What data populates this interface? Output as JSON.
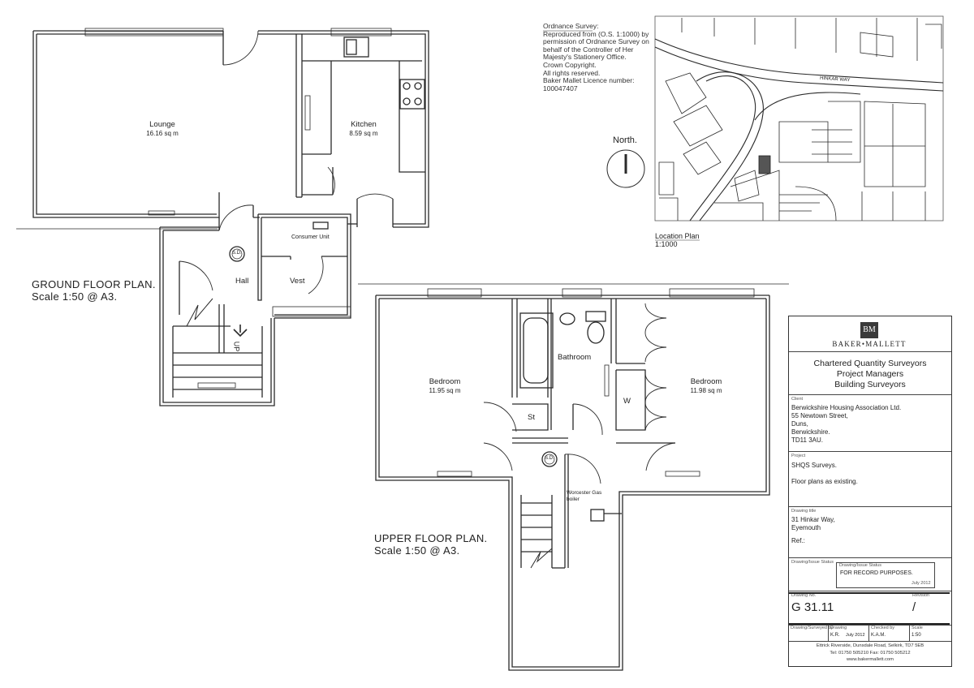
{
  "ground_floor": {
    "title": "GROUND FLOOR  PLAN.",
    "scale": "Scale 1:50 @ A3.",
    "rooms": {
      "lounge_name": "Lounge",
      "lounge_area": "16.16  sq  m",
      "kitchen_name": "Kitchen",
      "kitchen_area": "8.59 sq m",
      "hall": "Hall",
      "vest": "Vest",
      "consumer_unit": "Consumer Unit",
      "smoke_detector": "S.D.",
      "stair_up": "UP"
    }
  },
  "upper_floor": {
    "title": "UPPER FLOOR  PLAN.",
    "scale": "Scale 1:50 @ A3.",
    "rooms": {
      "bedroom_left_name": "Bedroom",
      "bedroom_left_area": "11.95 sq m",
      "bedroom_right_name": "Bedroom",
      "bedroom_right_area": "11.98 sq m",
      "bathroom": "Bathroom",
      "store": "St",
      "wardrobe": "W",
      "smoke_detector": "S.D.",
      "boiler_line1": "Worcester Gas",
      "boiler_line2": "boiler"
    }
  },
  "ordnance_survey": {
    "heading": "Ordnance Survey:",
    "lines": [
      "Reproduced from (O.S. 1:1000) by",
      "permission of Ordnance Survey on",
      "behalf of the Controller of Her",
      "Majesty's Stationery Office.",
      "Crown Copyright.",
      "All rights reserved.",
      "Baker Mallet Licence number:",
      "100047407"
    ]
  },
  "location_plan": {
    "north": "North.",
    "street_label": "HINKAR WAY",
    "title": "Location Plan",
    "scale": "1:1000"
  },
  "title_block": {
    "logo_mark": "BM",
    "company": "BAKER•MALLETT",
    "services": [
      "Chartered Quantity Surveyors",
      "Project Managers",
      "Building Surveyors"
    ],
    "client_caption": "Client",
    "client_lines": [
      "Berwickshire Housing Association Ltd.",
      "55 Newtown Street,",
      "Duns,",
      "Berwickshire.",
      "TD11 3AU."
    ],
    "project_caption": "Project",
    "project_lines": [
      "SHQS Surveys.",
      "",
      "Floor plans as existing."
    ],
    "drawing_caption": "Drawing title",
    "drawing_lines": [
      "31 Hinkar Way,",
      "Eyemouth",
      "",
      "Ref.:"
    ],
    "status_caption": "Drawing/Issue Status",
    "status_inner_caption": "Drawing/Issue Status",
    "status_text": "FOR RECORD PURPOSES.",
    "status_date": "July 2012",
    "drawing_no_caption": "Drawing No.",
    "revision_caption": "Revision",
    "drawing_no": "G 31.11",
    "revision": "/",
    "drawn_caption": "Drawing/Surveyed by",
    "drawn_value": "K.R.",
    "date_caption": "Drawing",
    "date_value": "July 2012",
    "checked_caption": "Checked by",
    "checked_value": "K.A.M.",
    "scale_caption": "Scale",
    "scale_value": "1:50",
    "address_lines": [
      "Ettrick Riverside, Dunsdale Road, Selkirk, TD7 5EB",
      "Tel:  01750 505210     Fax:  01750 505212",
      "www.bakermallett.com"
    ]
  }
}
